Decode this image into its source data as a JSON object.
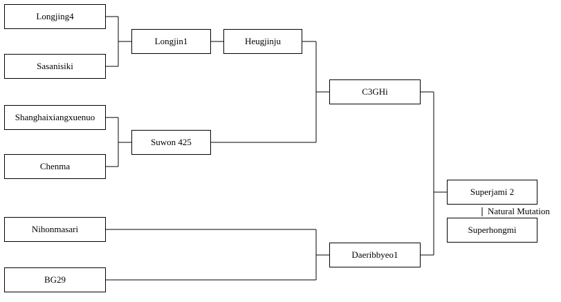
{
  "nodes": {
    "longjing4": "Longjing4",
    "sasanisiki": "Sasanisiki",
    "shanghaixiangxuenuo": "Shanghaixiangxuenuo",
    "chenma": "Chenma",
    "nihonmasari": "Nihonmasari",
    "bg29": "BG29",
    "longjin1": "Longjin1",
    "heugjinju": "Heugjinju",
    "suwon425": "Suwon 425",
    "c3ghi": "C3GHi",
    "daeribbyeo1": "Daeribbyeo1",
    "superjami2": "Superjami 2",
    "superhongmi": "Superhongmi"
  },
  "annotations": {
    "mutation_label": "Natural Mutation"
  },
  "edges": [
    {
      "from": [
        "longjing4",
        "sasanisiki"
      ],
      "to": "longjin1"
    },
    {
      "from": [
        "longjin1"
      ],
      "to": "heugjinju"
    },
    {
      "from": [
        "shanghaixiangxuenuo",
        "chenma"
      ],
      "to": "suwon425"
    },
    {
      "from": [
        "heugjinju",
        "suwon425"
      ],
      "to": "c3ghi"
    },
    {
      "from": [
        "nihonmasari",
        "bg29"
      ],
      "to": "daeribbyeo1"
    },
    {
      "from": [
        "c3ghi",
        "daeribbyeo1"
      ],
      "to": "superjami2"
    },
    {
      "from": [
        "superjami2"
      ],
      "to": "superhongmi",
      "label": "Natural Mutation"
    }
  ]
}
